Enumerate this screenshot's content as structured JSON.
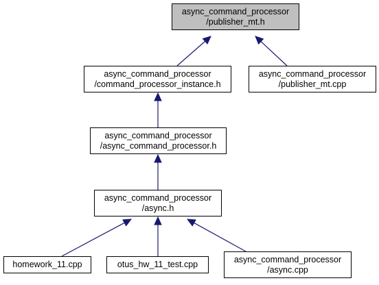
{
  "graph": {
    "edge_color": "#191970",
    "highlight_fill": "#bfbfbf",
    "nodes": [
      {
        "id": "publisher_mt_h",
        "lines": [
          "async_command_processor",
          "/publisher_mt.h"
        ],
        "highlighted": true
      },
      {
        "id": "command_processor_instance_h",
        "lines": [
          "async_command_processor",
          "/command_processor_instance.h"
        ],
        "highlighted": false
      },
      {
        "id": "publisher_mt_cpp",
        "lines": [
          "async_command_processor",
          "/publisher_mt.cpp"
        ],
        "highlighted": false
      },
      {
        "id": "async_command_processor_h",
        "lines": [
          "async_command_processor",
          "/async_command_processor.h"
        ],
        "highlighted": false
      },
      {
        "id": "async_h",
        "lines": [
          "async_command_processor",
          "/async.h"
        ],
        "highlighted": false
      },
      {
        "id": "homework_11_cpp",
        "lines": [
          "homework_11.cpp"
        ],
        "highlighted": false
      },
      {
        "id": "otus_hw_11_test_cpp",
        "lines": [
          "otus_hw_11_test.cpp"
        ],
        "highlighted": false
      },
      {
        "id": "async_cpp",
        "lines": [
          "async_command_processor",
          "/async.cpp"
        ],
        "highlighted": false
      }
    ],
    "edges": [
      {
        "from": "command_processor_instance_h",
        "to": "publisher_mt_h"
      },
      {
        "from": "publisher_mt_cpp",
        "to": "publisher_mt_h"
      },
      {
        "from": "async_command_processor_h",
        "to": "command_processor_instance_h"
      },
      {
        "from": "async_h",
        "to": "async_command_processor_h"
      },
      {
        "from": "homework_11_cpp",
        "to": "async_h"
      },
      {
        "from": "otus_hw_11_test_cpp",
        "to": "async_h"
      },
      {
        "from": "async_cpp",
        "to": "async_h"
      }
    ]
  }
}
